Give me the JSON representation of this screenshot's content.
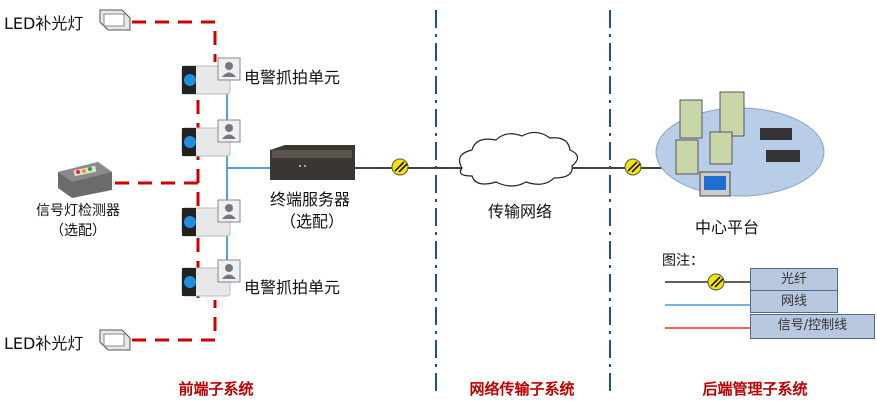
{
  "nodes": {
    "led_top": "LED补光灯",
    "led_bottom": "LED补光灯",
    "camera_top": "电警抓拍单元",
    "camera_bottom": "电警抓拍单元",
    "detector_line1": "信号灯检测器",
    "detector_line2": "（选配）",
    "server_line1": "终端服务器",
    "server_line2": "（选配）",
    "network": "传输网络",
    "center": "中心平台"
  },
  "legend": {
    "title": "图注：",
    "fiber": "光纤",
    "ethernet": "网线",
    "signal": "信号/控制线"
  },
  "subsystems": {
    "front": "前端子系统",
    "transport": "网络传输子系统",
    "backend": "后端管理子系统"
  },
  "colors": {
    "signal_line": "#cc0000",
    "ethernet_line": "#1f7fd0",
    "fiber_line": "#000000",
    "subsystem_label": "#c00000",
    "divider": "#1f4e9f"
  }
}
